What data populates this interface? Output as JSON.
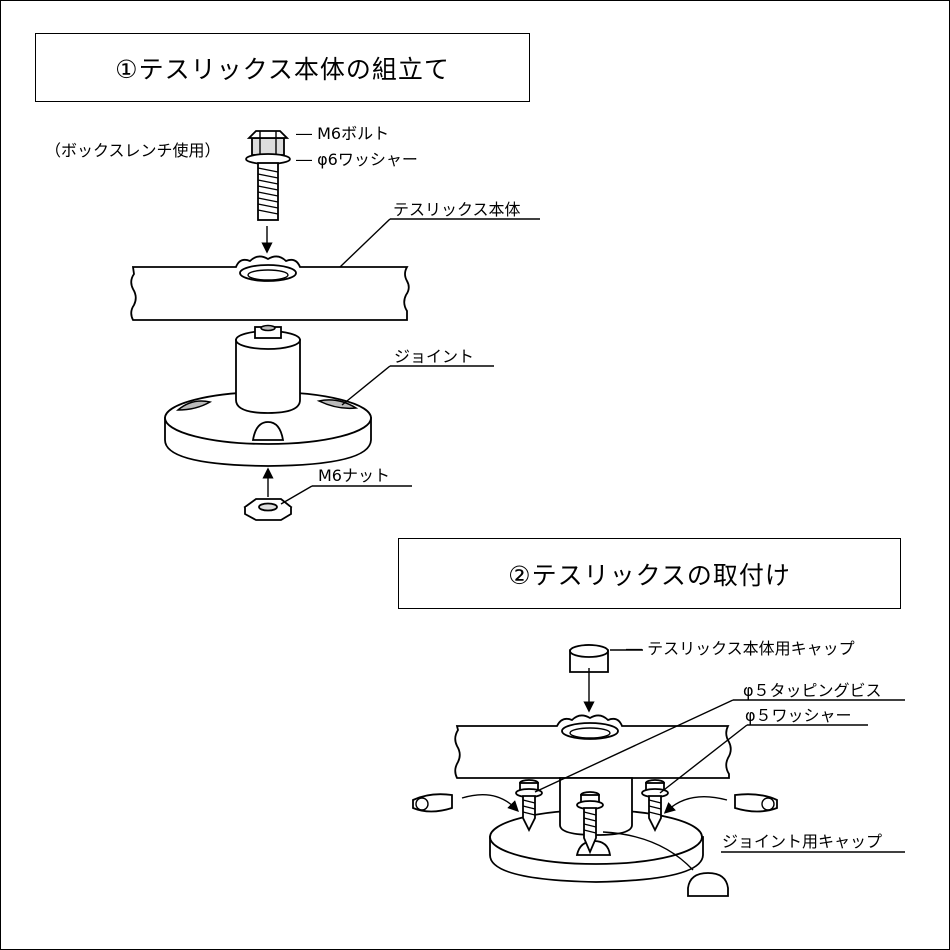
{
  "section1": {
    "title": "①テスリックス本体の組立て",
    "note": "（ボックスレンチ使用）",
    "labels": {
      "bolt": "― M6ボルト",
      "washer": "― φ6ワッシャー",
      "body": "テスリックス本体",
      "joint": "ジョイント",
      "nut": "M6ナット"
    }
  },
  "section2": {
    "title": "②テスリックスの取付け",
    "labels": {
      "body_cap": "― テスリックス本体用キャップ",
      "screw": "φ５タッピングビス",
      "washer": "φ５ワッシャー",
      "joint_cap": "ジョイント用キャップ"
    }
  }
}
